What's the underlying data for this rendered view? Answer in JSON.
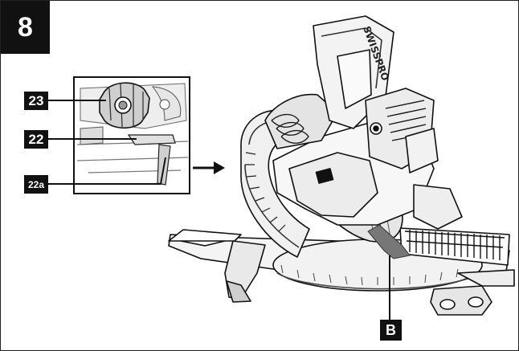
{
  "figure": {
    "step_number": "8",
    "callouts": {
      "knob": "23",
      "lever": "22",
      "lever_tab": "22a",
      "bevel_indicator": "B"
    },
    "brand_text": "SWISSPRO",
    "colors": {
      "ink": "#111111",
      "paper": "#ffffff",
      "line_gray": "#555555",
      "fill_gray": "#d9d9d9",
      "indicator_gray": "#777777"
    }
  }
}
